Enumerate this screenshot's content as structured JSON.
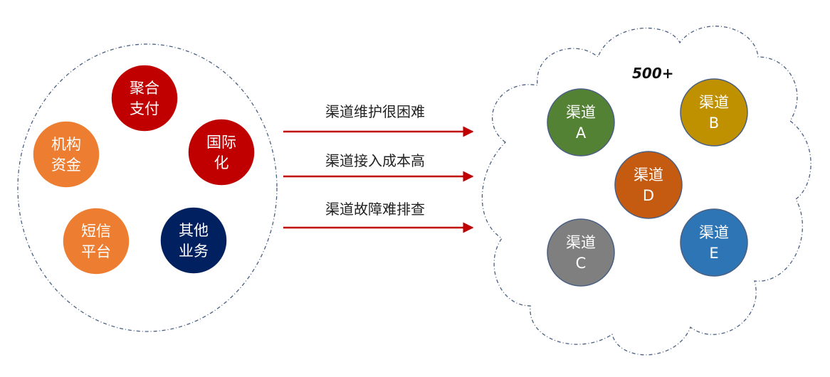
{
  "colors": {
    "dashed_outline": "#4a5f82",
    "arrow": "#c00000"
  },
  "left_group": {
    "nodes": [
      {
        "id": "juhe",
        "lines": [
          "聚合",
          "支付"
        ],
        "color": "#c00000"
      },
      {
        "id": "guoji",
        "lines": [
          "国际",
          "化"
        ],
        "color": "#c00000"
      },
      {
        "id": "jigou",
        "lines": [
          "机构",
          "资金"
        ],
        "color": "#ed7d31"
      },
      {
        "id": "duanxin",
        "lines": [
          "短信",
          "平台"
        ],
        "color": "#ed7d31"
      },
      {
        "id": "qita",
        "lines": [
          "其他",
          "业务"
        ],
        "color": "#002060"
      }
    ]
  },
  "arrows": [
    {
      "id": "maintenance",
      "label": "渠道维护很困难"
    },
    {
      "id": "cost",
      "label": "渠道接入成本高"
    },
    {
      "id": "troubleshoot",
      "label": "渠道故障难排查"
    }
  ],
  "right_group": {
    "count_label": "500+",
    "nodes": [
      {
        "id": "a",
        "lines": [
          "渠道",
          "A"
        ],
        "color": "#548235"
      },
      {
        "id": "b",
        "lines": [
          "渠道",
          "B"
        ],
        "color": "#bf9000"
      },
      {
        "id": "d",
        "lines": [
          "渠道",
          "D"
        ],
        "color": "#c55a11"
      },
      {
        "id": "c",
        "lines": [
          "渠道",
          "C"
        ],
        "color": "#7f7f7f"
      },
      {
        "id": "e",
        "lines": [
          "渠道",
          "E"
        ],
        "color": "#2e75b6"
      }
    ]
  }
}
